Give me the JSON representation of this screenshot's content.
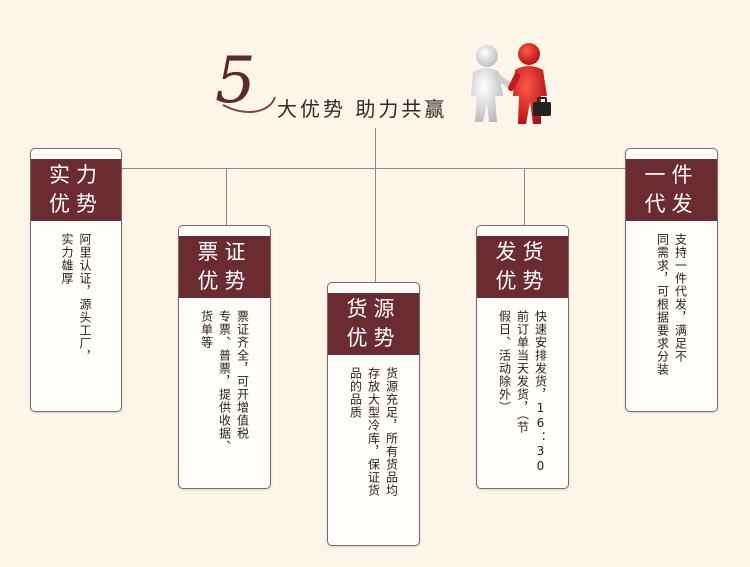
{
  "header": {
    "number": "5",
    "title": "大优势 助力共赢"
  },
  "cards": [
    {
      "id": "strength",
      "title_line1": "实力",
      "title_line2": "优势",
      "body_lines": [
        "阿里认证，源头工厂，",
        "实力雄厚"
      ]
    },
    {
      "id": "invoice",
      "title_line1": "票证",
      "title_line2": "优势",
      "body_lines": [
        "票证齐全，可开增值税",
        "专票、普票，提供收据、",
        "货单等"
      ]
    },
    {
      "id": "supply",
      "title_line1": "货源",
      "title_line2": "优势",
      "body_lines": [
        "货源充足，所有货品均",
        "存放大型冷库，保证货",
        "品的品质"
      ]
    },
    {
      "id": "shipping",
      "title_line1": "发货",
      "title_line2": "优势",
      "body_lines": [
        "快速安排发货，16：30",
        "前订单当天发货，（节",
        "假日、活动除外）"
      ]
    },
    {
      "id": "dropship",
      "title_line1": "一件",
      "title_line2": "代发",
      "body_lines": [
        "支持一件代发，满足不",
        "同需求，可根据要求分装"
      ]
    }
  ],
  "colors": {
    "header_bg": "#6b2b33",
    "background": "#fbf5ea",
    "accent_red": "#d81f1f"
  }
}
